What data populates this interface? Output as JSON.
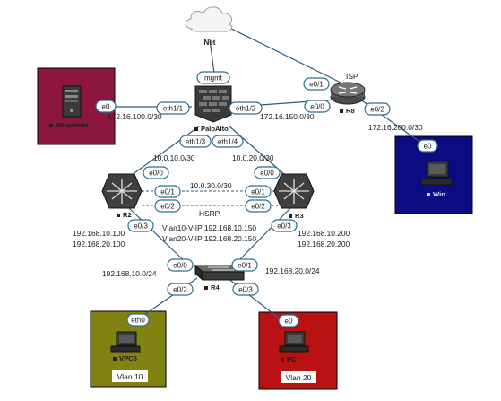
{
  "colors": {
    "winserver_box": "#8c1640",
    "win_box": "#0c0c82",
    "vpc5_box": "#828212",
    "pc_box": "#b81212",
    "vlan_label_bg": "#ffffff",
    "link": "#2e5b7c",
    "interface_border": "#2e6e8e"
  },
  "nodes": {
    "net": {
      "name": "Net",
      "icon": "cloud-icon"
    },
    "paloalto": {
      "name": "PaloAlto",
      "icon": "firewall-icon"
    },
    "isp": {
      "name": "R8",
      "title": "ISP",
      "icon": "router-icon"
    },
    "winserver": {
      "name": "Winserver",
      "icon": "server-icon"
    },
    "win": {
      "name": "Win",
      "icon": "pc-icon"
    },
    "r2": {
      "name": "R2",
      "icon": "l3-switch-icon"
    },
    "r3": {
      "name": "R3",
      "icon": "l3-switch-icon"
    },
    "r4": {
      "name": "R4",
      "icon": "switch-icon"
    },
    "vpc5": {
      "name": "VPC5",
      "icon": "pc-icon",
      "vlan_label": "Vlan 10"
    },
    "pc": {
      "name": "PC",
      "icon": "pc-icon",
      "vlan_label": "Vlan 20"
    }
  },
  "interfaces": {
    "pa_mgmt": "mgmt",
    "pa_eth11": "eth1/1",
    "pa_eth12": "eth1/2",
    "pa_eth13": "eth1/3",
    "pa_eth14": "eth1/4",
    "ws_e0": "e0",
    "isp_e01": "e0/1",
    "isp_e00": "e0/0",
    "isp_e02": "e0/2",
    "win_e0": "e0",
    "r2_e00": "e0/0",
    "r2_e01": "e0/1",
    "r2_e02": "e0/2",
    "r2_e03": "e0/3",
    "r3_e00": "e0/0",
    "r3_e01": "e0/1",
    "r3_e02": "e0/2",
    "r3_e03": "e0/3",
    "r4_e00": "e0/0",
    "r4_e01": "e0/1",
    "r4_e02": "e0/2",
    "r4_e03": "e0/3",
    "vpc5_eth0": "eth0",
    "pc_e0": "e0"
  },
  "subnets": {
    "ws_pa": "172.16.100.0/30",
    "pa_isp": "172.16.150.0/30",
    "isp_win": "172.16.200.0/30",
    "pa_r2": "10.0.10.0/30",
    "pa_r3": "10.0.20.0/30",
    "r2_r3": "10.0.30.0/30",
    "hsrp": "HSRP",
    "vlan10_vip": "Vlan10-V-IP 192.168.10.150",
    "vlan20_vip": "Vlan20-V-IP 192.168.20.150",
    "r2_ip1": "192.168.10.100",
    "r2_ip2": "192.168.20.100",
    "r3_ip1": "192.168.10.200",
    "r3_ip2": "192.168.20.200",
    "vlan10_net": "192.168.10.0/24",
    "vlan20_net": "192.168.20.0/24"
  }
}
